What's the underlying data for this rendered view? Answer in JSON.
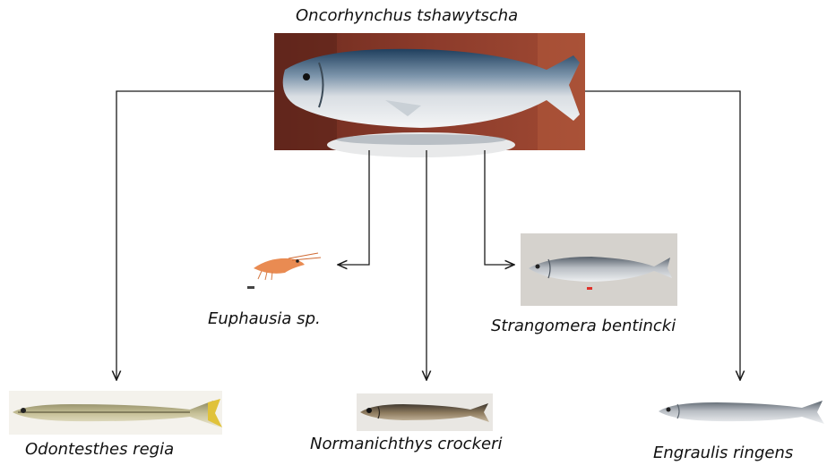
{
  "diagram": {
    "predator": {
      "name": "Oncorhynchus tshawytscha",
      "icon": "salmon-photo"
    },
    "prey": [
      {
        "id": "euphausia",
        "name": "Euphausia sp.",
        "icon": "krill-photo"
      },
      {
        "id": "strangomera",
        "name": "Strangomera bentincki",
        "icon": "sardine-photo"
      },
      {
        "id": "odontesthes",
        "name": "Odontesthes regia",
        "icon": "silverside-photo"
      },
      {
        "id": "normanichthys",
        "name": "Normanichthys crockeri",
        "icon": "fish-photo"
      },
      {
        "id": "engraulis",
        "name": "Engraulis ringens",
        "icon": "anchovy-photo"
      }
    ],
    "colors": {
      "arrow": "#1a1a1a",
      "salmon_bg": "#8a3a2a",
      "fish_silver": "#b9bec4"
    }
  }
}
